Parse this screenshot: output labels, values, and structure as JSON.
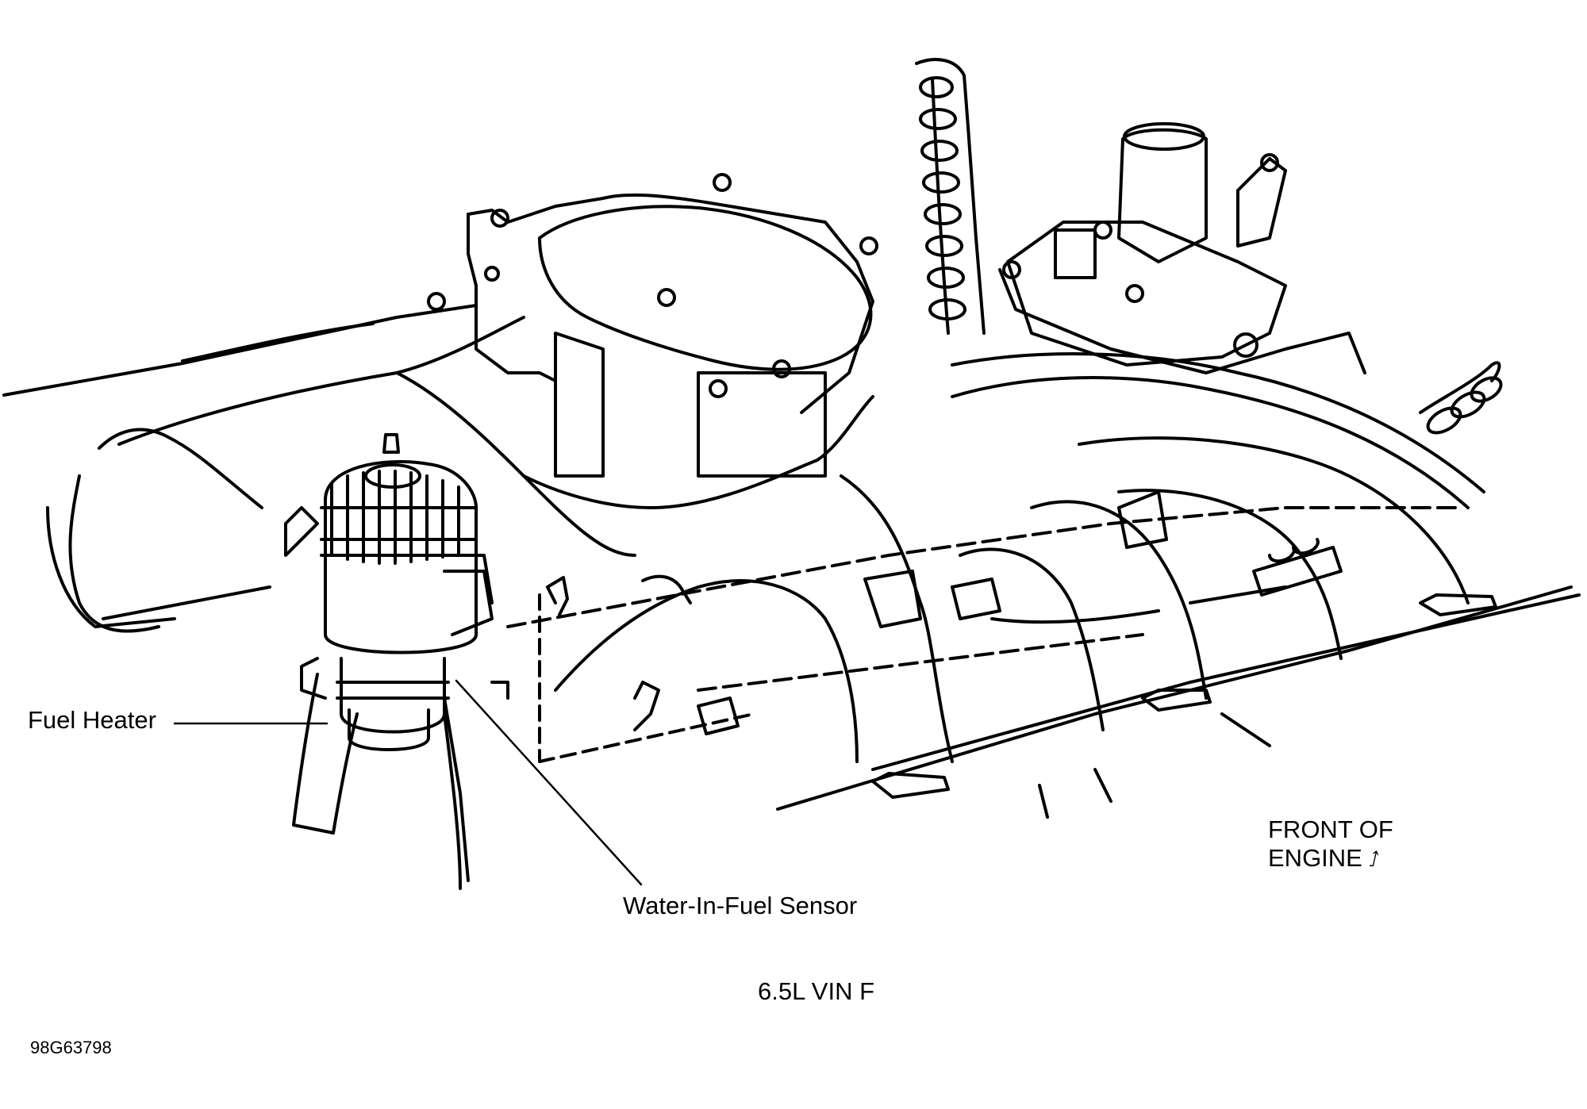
{
  "labels": {
    "fuel_heater": "Fuel Heater",
    "water_in_fuel_sensor": "Water-In-Fuel Sensor",
    "front_of_engine": "FRONT OF\nENGINE",
    "engine_id": "6.5L VIN F",
    "figure_id": "98G63798"
  },
  "icons": {
    "front_arrow": "arrow-icon"
  },
  "colors": {
    "line": "#000000",
    "background": "#ffffff"
  }
}
